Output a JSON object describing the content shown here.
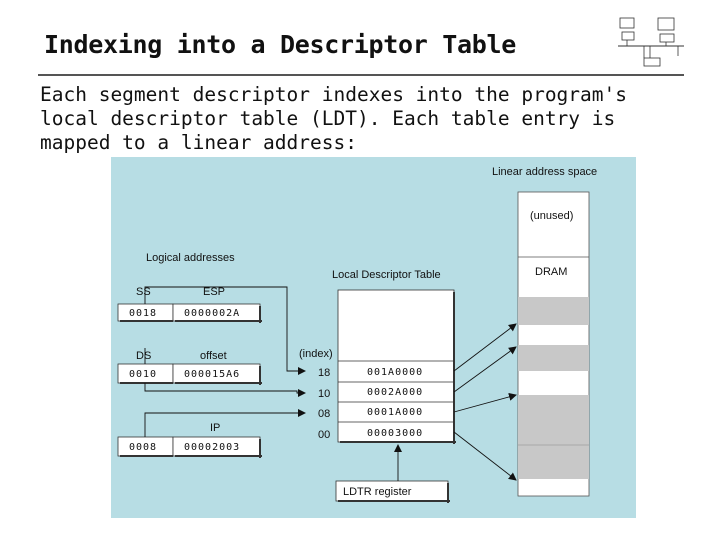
{
  "slide": {
    "title": "Indexing into a Descriptor Table",
    "body": "Each segment descriptor indexes into the program's local descriptor table (LDT). Each table entry is mapped to a linear address:"
  },
  "diagram": {
    "linear_space_label": "Linear address space",
    "unused_label": "(unused)",
    "dram_label": "DRAM",
    "logical_addresses_label": "Logical addresses",
    "ldt_label": "Local Descriptor Table",
    "index_label": "(index)",
    "ldtr_label": "LDTR register",
    "rows": [
      {
        "seg_name": "SS",
        "off_name": "ESP",
        "seg": "0018",
        "off": "0000002A"
      },
      {
        "seg_name": "DS",
        "off_name": "offset",
        "seg": "0010",
        "off": "000015A6"
      },
      {
        "seg_name": "",
        "off_name": "IP",
        "seg": "0008",
        "off": "00002003"
      }
    ],
    "ldt_entries": [
      {
        "index": "18",
        "value": "001A0000"
      },
      {
        "index": "10",
        "value": "0002A000"
      },
      {
        "index": "08",
        "value": "0001A000"
      },
      {
        "index": "00",
        "value": "00003000"
      }
    ]
  },
  "colors": {
    "diagram_bg": "#b7dde4",
    "shaded_block": "#c8c8c8"
  }
}
